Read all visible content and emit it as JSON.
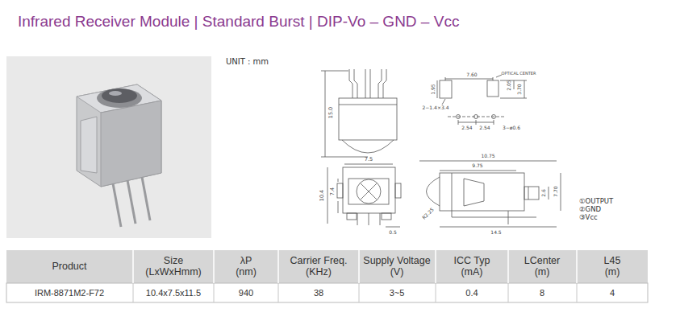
{
  "diagram": {
    "title": "Infrared Receiver Module | Standard Burst | DIP-Vo – GND – Vcc",
    "labels": [
      "UNIT : mm",
      "15.0",
      "7.60",
      "OPTICAL CENTER",
      "1.95",
      "2.05",
      "3.70",
      "2−1.4×3.4",
      "2.54",
      "2.54",
      "3−ø0.6",
      "7.5",
      "10.4",
      "7.4",
      "0.5",
      "10.75",
      "9.75",
      "R2.25",
      "2.6",
      "7.70",
      "14.5",
      "①OUTPUT",
      "②GND",
      "③Vcc",
      "Product",
      "Size (LxWxHmm)",
      "λP (nm)",
      "Carrier Freq. (KHz)",
      "Supply Voltage (V)",
      "ICC Typ (mA)",
      "LCenter (m)",
      "L45 (m)",
      "IRM-8871M2-F72",
      "10.4x7.5x11.5",
      "940",
      "38",
      "3~5",
      "0.4",
      "8",
      "4"
    ]
  }
}
